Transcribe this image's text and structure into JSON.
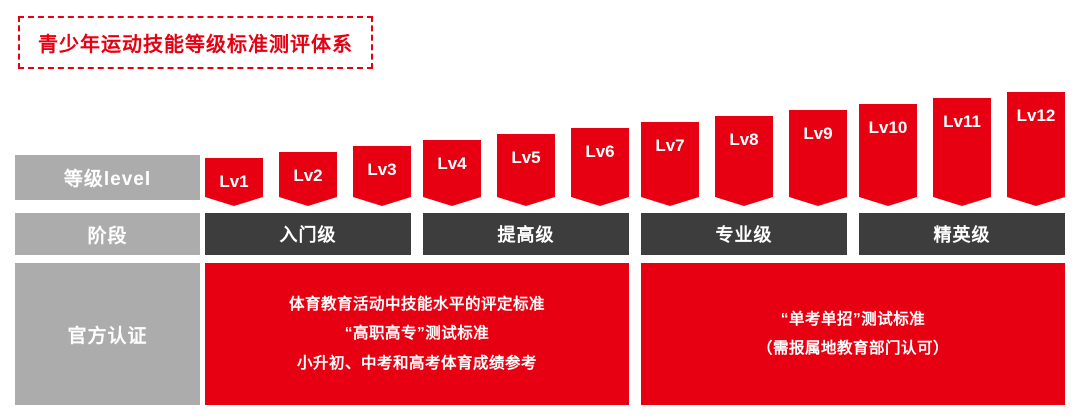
{
  "title": "青少年运动技能等级标准测评体系",
  "side": {
    "level": "等级level",
    "stage": "阶段",
    "cert": "官方认证"
  },
  "levels": [
    "Lv1",
    "Lv2",
    "Lv3",
    "Lv4",
    "Lv5",
    "Lv6",
    "Lv7",
    "Lv8",
    "Lv9",
    "Lv10",
    "Lv11",
    "Lv12"
  ],
  "stages": [
    "入门级",
    "提高级",
    "专业级",
    "精英级"
  ],
  "certs": [
    {
      "lines": [
        "体育教育活动中技能水平的评定标准",
        "“高职高专”测试标准",
        "小升初、中考和高考体育成绩参考"
      ]
    },
    {
      "lines": [
        "“单考单招”测试标准",
        "（需报属地教育部门认可）"
      ]
    }
  ],
  "colors": {
    "accent_red": "#e60012",
    "dark_bar": "#3d3d3d",
    "side_gray": "#acacac"
  }
}
